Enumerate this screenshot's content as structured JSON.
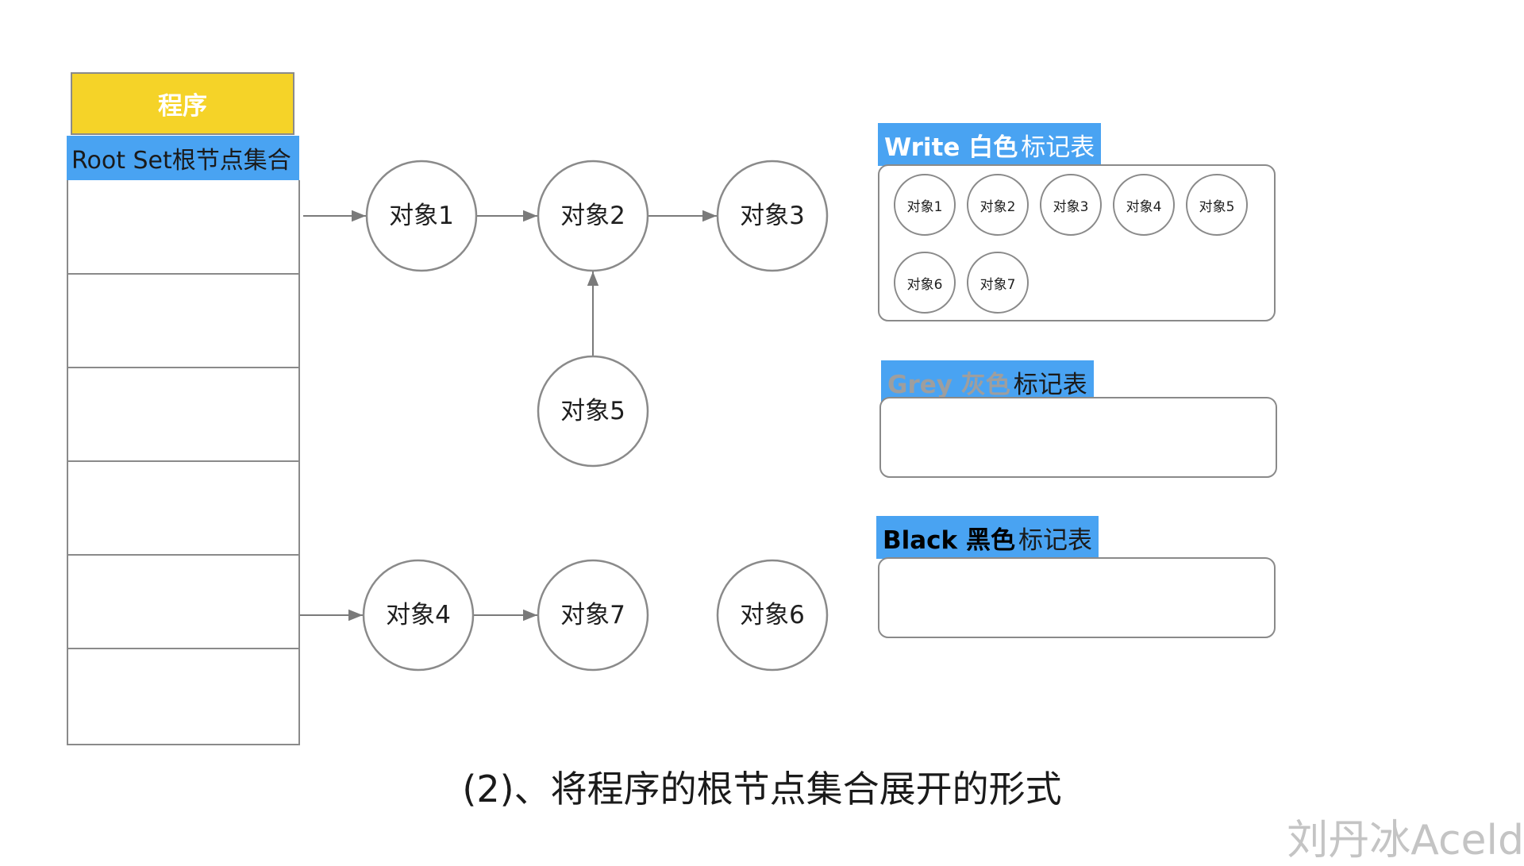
{
  "colors": {
    "program_fill": "#f5d328",
    "header_blue": "#49a3f2",
    "white_tab_text": "#ffffff",
    "grey_tab_text": "#9e9e9e",
    "black_tab_text": "#000000"
  },
  "program": {
    "label": "程序",
    "rootset_title": "Root Set根节点集合",
    "slot_count": 6
  },
  "graph": {
    "nodes": [
      {
        "id": "n1",
        "label": "对象1"
      },
      {
        "id": "n2",
        "label": "对象2"
      },
      {
        "id": "n3",
        "label": "对象3"
      },
      {
        "id": "n5",
        "label": "对象5"
      },
      {
        "id": "n4",
        "label": "对象4"
      },
      {
        "id": "n7",
        "label": "对象7"
      },
      {
        "id": "n6",
        "label": "对象6"
      }
    ],
    "edges": [
      {
        "from": "root1",
        "to": "n1"
      },
      {
        "from": "n1",
        "to": "n2"
      },
      {
        "from": "n2",
        "to": "n3"
      },
      {
        "from": "n5",
        "to": "n2"
      },
      {
        "from": "root5",
        "to": "n4"
      },
      {
        "from": "n4",
        "to": "n7"
      }
    ]
  },
  "tables": {
    "white": {
      "color_word": "Write 白色",
      "suffix": "标记表",
      "items": [
        "对象1",
        "对象2",
        "对象3",
        "对象4",
        "对象5",
        "对象6",
        "对象7"
      ]
    },
    "grey": {
      "color_word": "Grey 灰色",
      "suffix": "标记表",
      "items": []
    },
    "black": {
      "color_word": "Black 黑色",
      "suffix": "标记表",
      "items": []
    }
  },
  "caption": "(2)、将程序的根节点集合展开的形式",
  "watermark": "刘丹冰Aceld"
}
